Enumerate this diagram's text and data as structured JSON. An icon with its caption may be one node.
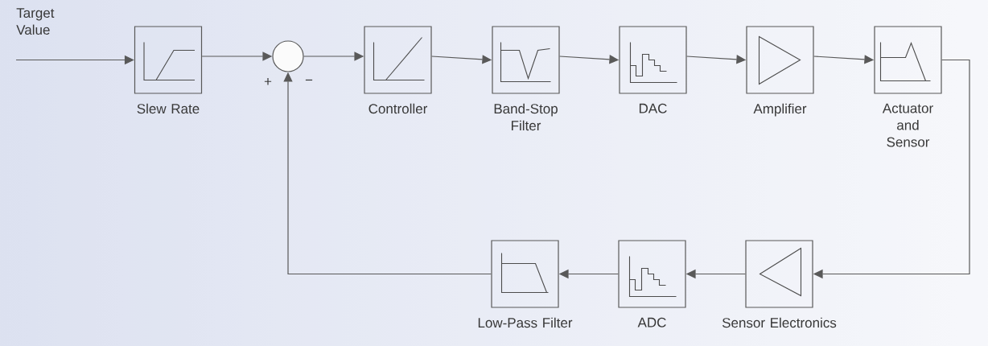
{
  "diagram": {
    "nodes": [
      {
        "text": [
          "Target Value"
        ]
      },
      {
        "text": [
          "Slew Rate"
        ]
      },
      {
        "text": [],
        "shape": "circle"
      },
      {
        "text": [
          "Controller"
        ]
      },
      {
        "text": [
          "Band-Stop Filter"
        ]
      },
      {
        "text": [
          "DAC"
        ]
      },
      {
        "text": [
          "Amplifier"
        ]
      },
      {
        "text": [
          "Actuator and Sensor"
        ]
      },
      {
        "text": [
          "Sensor Electronics"
        ]
      },
      {
        "text": [
          "ADC"
        ]
      },
      {
        "text": [
          "Low-Pass Filter"
        ]
      }
    ],
    "edges": [
      {
        "from": 0,
        "to": 1,
        "arrow": "to"
      },
      {
        "from": 1,
        "to": 2,
        "arrow": "to"
      },
      {
        "from": 2,
        "to": 3,
        "arrow": "to"
      },
      {
        "from": 3,
        "to": 4,
        "arrow": "to"
      },
      {
        "from": 4,
        "to": 5,
        "arrow": "to"
      },
      {
        "from": 5,
        "to": 6,
        "arrow": "to"
      },
      {
        "from": 6,
        "to": 7,
        "arrow": "to"
      },
      {
        "from": 7,
        "to": 8,
        "arrow": "to"
      },
      {
        "from": 8,
        "to": 9,
        "arrow": "to"
      },
      {
        "from": 9,
        "to": 10,
        "arrow": "to"
      },
      {
        "from": 10,
        "to": 2,
        "arrow": "to"
      }
    ],
    "labels": [
      "+",
      "−"
    ]
  }
}
